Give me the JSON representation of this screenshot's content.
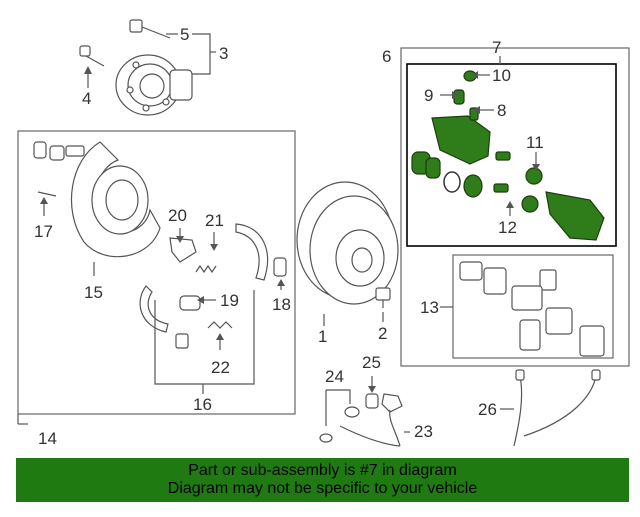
{
  "callouts": {
    "n1": "1",
    "n2": "2",
    "n3": "3",
    "n4": "4",
    "n5": "5",
    "n6": "6",
    "n7": "7",
    "n8": "8",
    "n9": "9",
    "n10": "10",
    "n11": "11",
    "n12": "12",
    "n13": "13",
    "n14": "14",
    "n15": "15",
    "n16": "16",
    "n17": "17",
    "n18": "18",
    "n19": "19",
    "n20": "20",
    "n21": "21",
    "n22": "22",
    "n23": "23",
    "n24": "24",
    "n25": "25",
    "n26": "26"
  },
  "highlight_color": "#2e7d1a",
  "banner": {
    "line1": "Part or sub-assembly is #7 in diagram",
    "line2": "Diagram may not be specific to your vehicle",
    "bg_color": "#1f7a12"
  }
}
